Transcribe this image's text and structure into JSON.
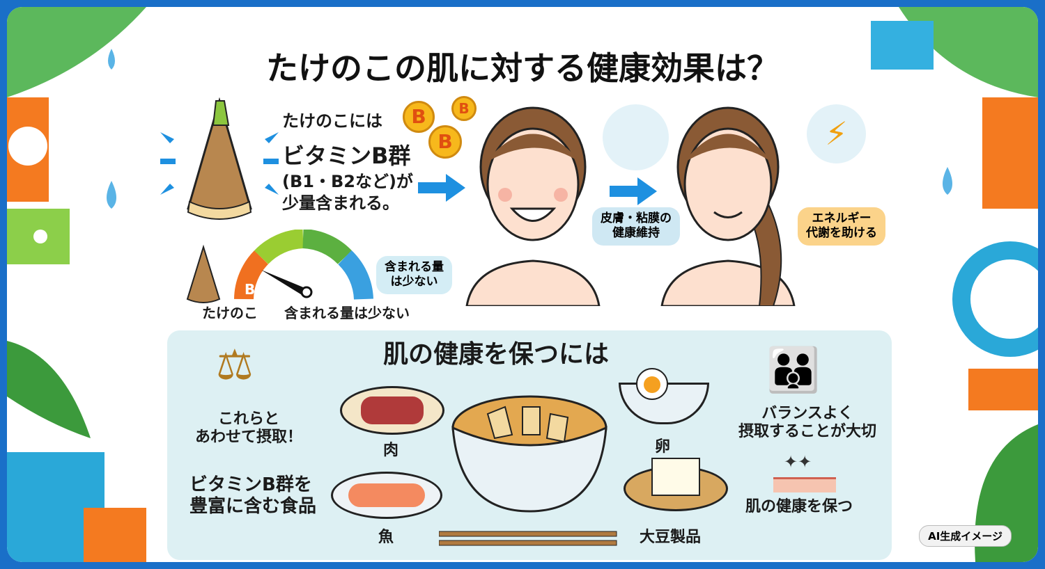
{
  "title": "たけのこの肌に対する健康効果は？",
  "intro": {
    "line1": "たけのこには",
    "line2": "ビタミンB群",
    "line3": "(B1・B2など)が",
    "line4": "少量含まれる。"
  },
  "gauge": {
    "letter": "B",
    "shoot_label": "たけのこ",
    "caption": "含まれる量は少ない",
    "bubble": "含まれる量\nは少ない",
    "level": "low"
  },
  "vitamin_badges": [
    "B",
    "B",
    "B"
  ],
  "effects": {
    "skin": "皮膚・粘膜の\n健康維持",
    "energy": "エネルギー\n代謝を助ける"
  },
  "panel": {
    "title": "肌の健康を保つには",
    "combine": "これらと\nあわせて摂取！",
    "foods_caption": "ビタミンB群を\n豊富に含む食品",
    "foods": {
      "meat": "肉",
      "fish": "魚",
      "egg": "卵",
      "soy": "大豆製品"
    },
    "balance": "バランスよく\n摂取することが大切",
    "keep": "肌の健康を保つ"
  },
  "badge": "AI生成イメージ",
  "colors": {
    "frame": "#1a6fc8",
    "panel": "#ddf0f3",
    "arrow": "#1e90e0",
    "gauge_orange": "#f07020",
    "gauge_lime": "#9acd32",
    "gauge_green": "#5cb040",
    "gauge_blue": "#3aa0e0"
  }
}
